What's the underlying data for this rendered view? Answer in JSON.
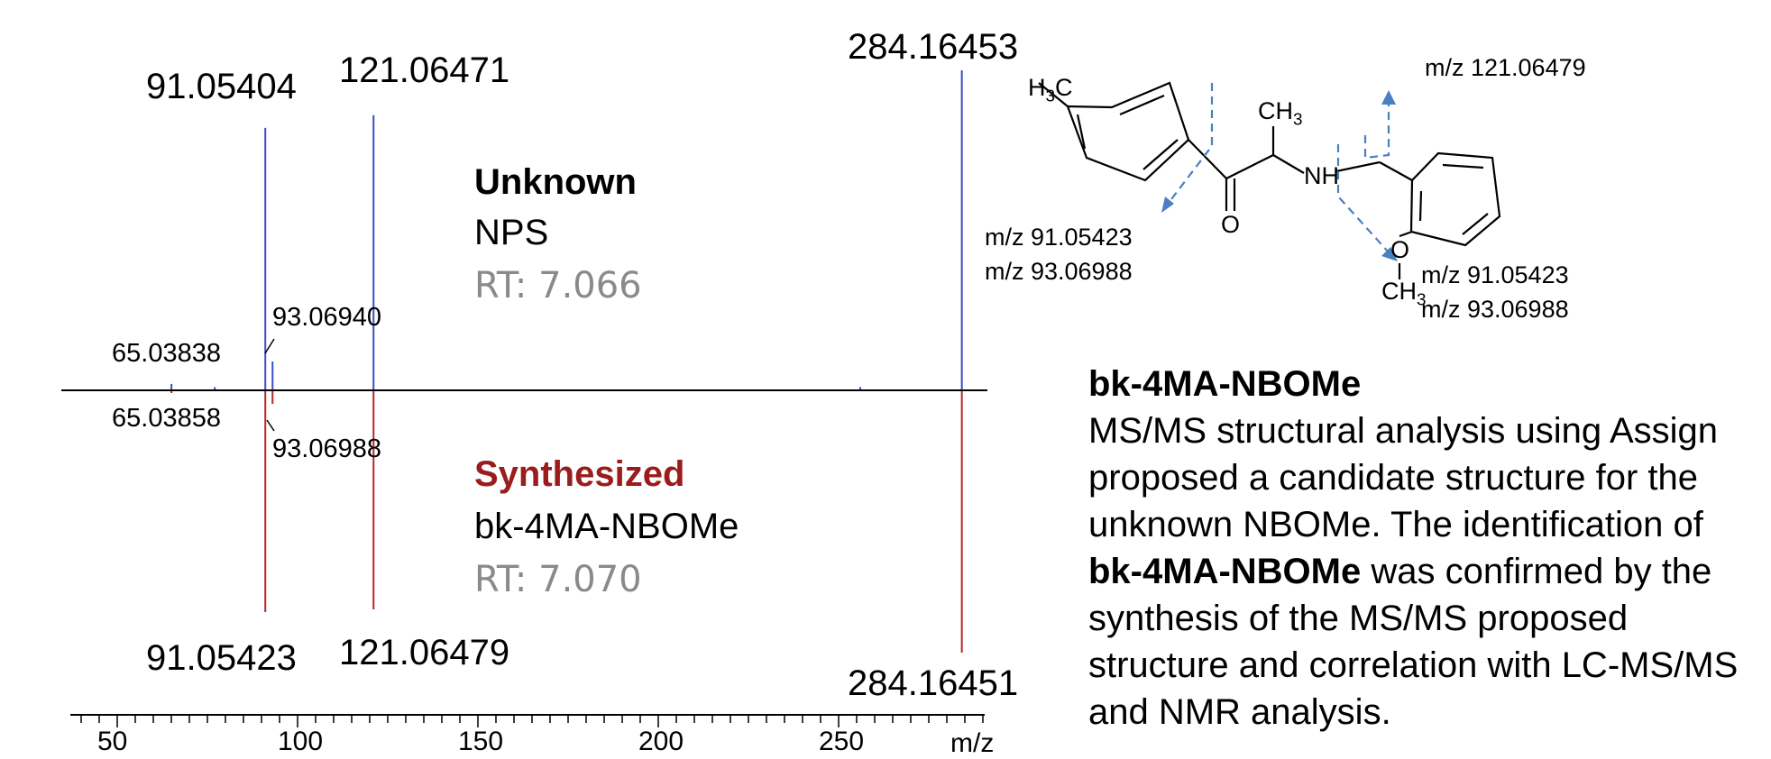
{
  "chart_data": {
    "type": "mirror-spectrum",
    "xlabel": "m/z",
    "xlim": [
      35,
      292
    ],
    "x_ticks": [
      50,
      100,
      150,
      200,
      250
    ],
    "top": {
      "title": "Unknown",
      "subtitle": "NPS",
      "rt": "RT: 7.066",
      "color": "#3b4fc4",
      "peaks": [
        {
          "mz": 65.03838,
          "rel": 0.02,
          "label": "65.03838"
        },
        {
          "mz": 77.04,
          "rel": 0.01,
          "label": ""
        },
        {
          "mz": 91.05404,
          "rel": 0.82,
          "label": "91.05404"
        },
        {
          "mz": 93.0694,
          "rel": 0.09,
          "label": "93.06940"
        },
        {
          "mz": 121.06471,
          "rel": 0.86,
          "label": "121.06471"
        },
        {
          "mz": 256.0,
          "rel": 0.01,
          "label": ""
        },
        {
          "mz": 284.16453,
          "rel": 1.0,
          "label": "284.16453"
        }
      ]
    },
    "bottom": {
      "title": "Synthesized",
      "subtitle": "bk-4MA-NBOMe",
      "rt": "RT: 7.070",
      "color": "#b52828",
      "peaks": [
        {
          "mz": 65.03858,
          "rel": 0.01,
          "label": "65.03858"
        },
        {
          "mz": 91.05423,
          "rel": 0.82,
          "label": "91.05423"
        },
        {
          "mz": 93.06988,
          "rel": 0.05,
          "label": "93.06988"
        },
        {
          "mz": 121.06479,
          "rel": 0.81,
          "label": "121.06479"
        },
        {
          "mz": 284.16451,
          "rel": 0.97,
          "label": "284.16451"
        }
      ]
    }
  },
  "structure": {
    "atoms": {
      "ch3_ring": "H3C",
      "ch3_alpha": "CH3",
      "nh": "NH",
      "o_carbonyl": "O",
      "o_ether": "O",
      "ch3_methoxy": "CH3"
    },
    "fragments": {
      "top_right": "m/z 121.06479",
      "left_1": "m/z 91.05423",
      "left_2": "m/z 93.06988",
      "right_1": "m/z 91.05423",
      "right_2": "m/z 93.06988"
    },
    "arrow_color": "#4a7fc1"
  },
  "description": {
    "title": "bk-4MA-NBOMe",
    "text_1": "MS/MS structural analysis using Assign proposed a candidate structure for the unknown NBOMe. The identification of ",
    "bold_name": "bk-4MA-NBOMe",
    "text_2": " was confirmed by the synthesis of the MS/MS proposed structure and correlation with LC-MS/MS and NMR analysis."
  }
}
